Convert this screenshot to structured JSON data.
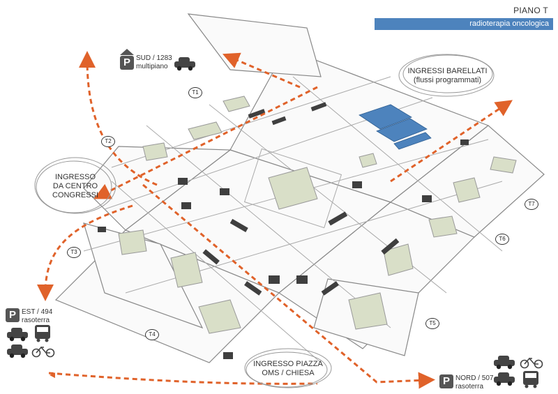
{
  "header": {
    "floor_label": "PIANO T",
    "legend_label": "radioterapia oncologica"
  },
  "colors": {
    "accent": "#e0622a",
    "highlight": "#4d83bd",
    "courtyard": "#d9dfc8",
    "dark_block": "#3f3f3f"
  },
  "entrances": {
    "stretcher": {
      "line1": "INGRESSI BARELLATI",
      "line2": "(flussi programmati)"
    },
    "congress": {
      "line1": "INGRESSO",
      "line2": "DA CENTRO",
      "line3": "CONGRESSI"
    },
    "piazza": {
      "line1": "INGRESSO PIAZZA",
      "line2": "OMS / CHIESA"
    }
  },
  "parking": {
    "sud": {
      "symbol": "P",
      "line1": "SUD / 1283",
      "line2": "multipiano",
      "icons": [
        "car-icon"
      ]
    },
    "est": {
      "symbol": "P",
      "line1": "EST / 494",
      "line2": "rasoterra",
      "icons": [
        "bus-icon",
        "car-icon",
        "taxi-icon",
        "bicycle-icon"
      ]
    },
    "nord": {
      "symbol": "P",
      "line1": "NORD / 507",
      "line2": "rasoterra",
      "icons": [
        "taxi-icon",
        "bicycle-icon",
        "car-icon",
        "bus-icon"
      ]
    }
  },
  "towers": [
    "T1",
    "T2",
    "T3",
    "T4",
    "T5",
    "T6",
    "T7"
  ]
}
